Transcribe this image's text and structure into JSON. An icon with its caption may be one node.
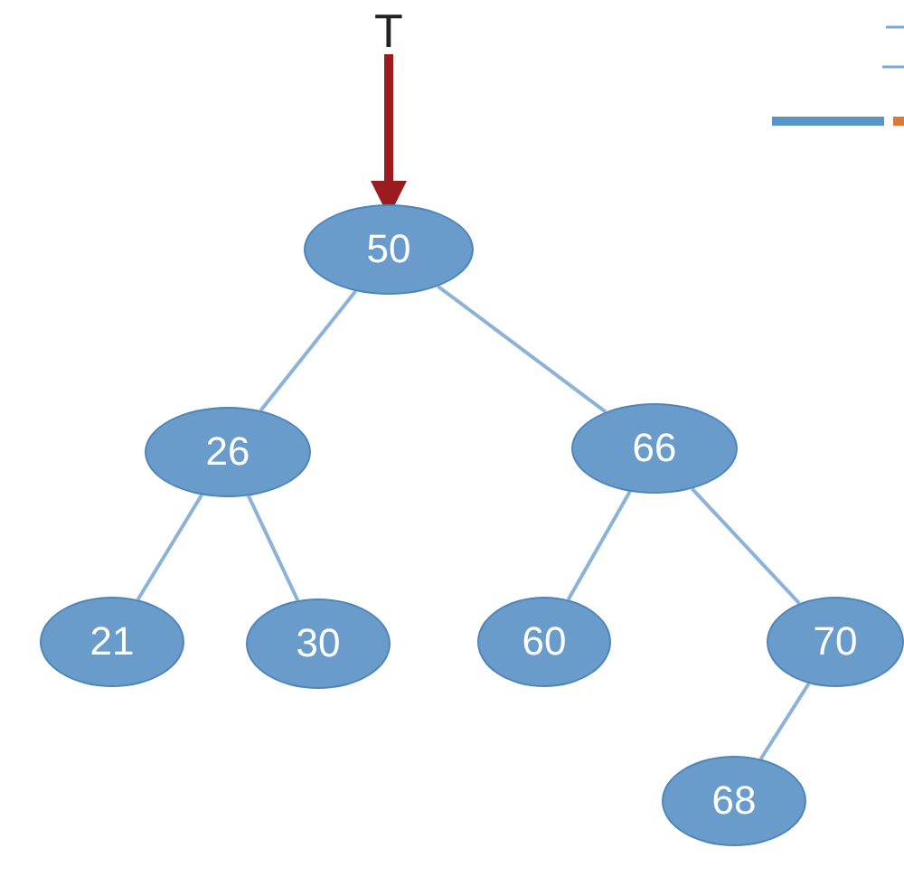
{
  "diagram": {
    "nodes": [
      {
        "text": [
          "T"
        ]
      },
      {
        "text": [
          "50"
        ]
      },
      {
        "text": [
          "26"
        ]
      },
      {
        "text": [
          "66"
        ]
      },
      {
        "text": [
          "21"
        ]
      },
      {
        "text": [
          "30"
        ]
      },
      {
        "text": [
          "60"
        ]
      },
      {
        "text": [
          "70"
        ]
      },
      {
        "text": [
          "68"
        ]
      }
    ],
    "edges": [
      {
        "from": 0,
        "to": 1,
        "arrow": "to",
        "style": "thick",
        "color": "#9b1b1e"
      },
      {
        "from": 1,
        "to": 2,
        "arrow": "none"
      },
      {
        "from": 1,
        "to": 3,
        "arrow": "none"
      },
      {
        "from": 2,
        "to": 4,
        "arrow": "none"
      },
      {
        "from": 2,
        "to": 5,
        "arrow": "none"
      },
      {
        "from": 3,
        "to": 6,
        "arrow": "none"
      },
      {
        "from": 3,
        "to": 7,
        "arrow": "none"
      },
      {
        "from": 7,
        "to": 8,
        "arrow": "none"
      }
    ]
  }
}
